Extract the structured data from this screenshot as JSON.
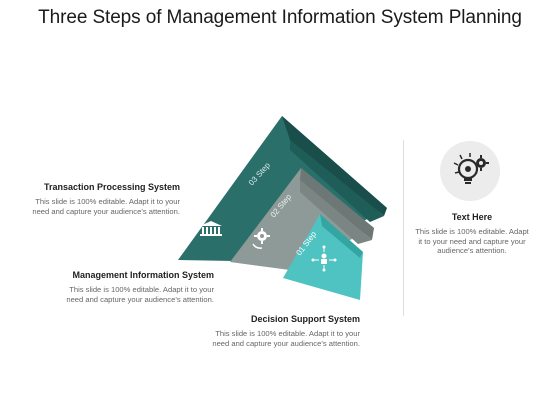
{
  "title": "Three Steps of Management Information System Planning",
  "steps": [
    {
      "label": "03  Step",
      "icon": "bank-icon"
    },
    {
      "label": "02  Step",
      "icon": "settings-cycle-icon"
    },
    {
      "label": "01  Step",
      "icon": "network-person-icon"
    }
  ],
  "blocks": {
    "tps": {
      "title": "Transaction Processing System",
      "desc_line1": "This slide is 100%  editable. Adapt it to your",
      "desc_line2": "need and capture your audience’s attention."
    },
    "mis": {
      "title": "Management Information  System",
      "desc_line1": "This slide is 100%  editable. Adapt it to your",
      "desc_line2": "need and capture your audience’s attention."
    },
    "dss": {
      "title": "Decision Support System",
      "desc_line1": "This slide is 100%  editable. Adapt it to your",
      "desc_line2": "need and capture your audience’s attention."
    },
    "text_here": {
      "title": "Text Here",
      "desc_line1": "This slide is 100%  editable. Adapt",
      "desc_line2": "it to your need and capture your",
      "desc_line3": "audience’s attention."
    }
  },
  "right_icon": "head-gears-lightbulb-icon",
  "colors": {
    "step3_top": "#2b6f6b",
    "step3_side": "#1a4e4b",
    "step2_top": "#8e9a97",
    "step2_side": "#6d7775",
    "step1_top": "#4fc3c1",
    "step1_side": "#33a6a3"
  }
}
